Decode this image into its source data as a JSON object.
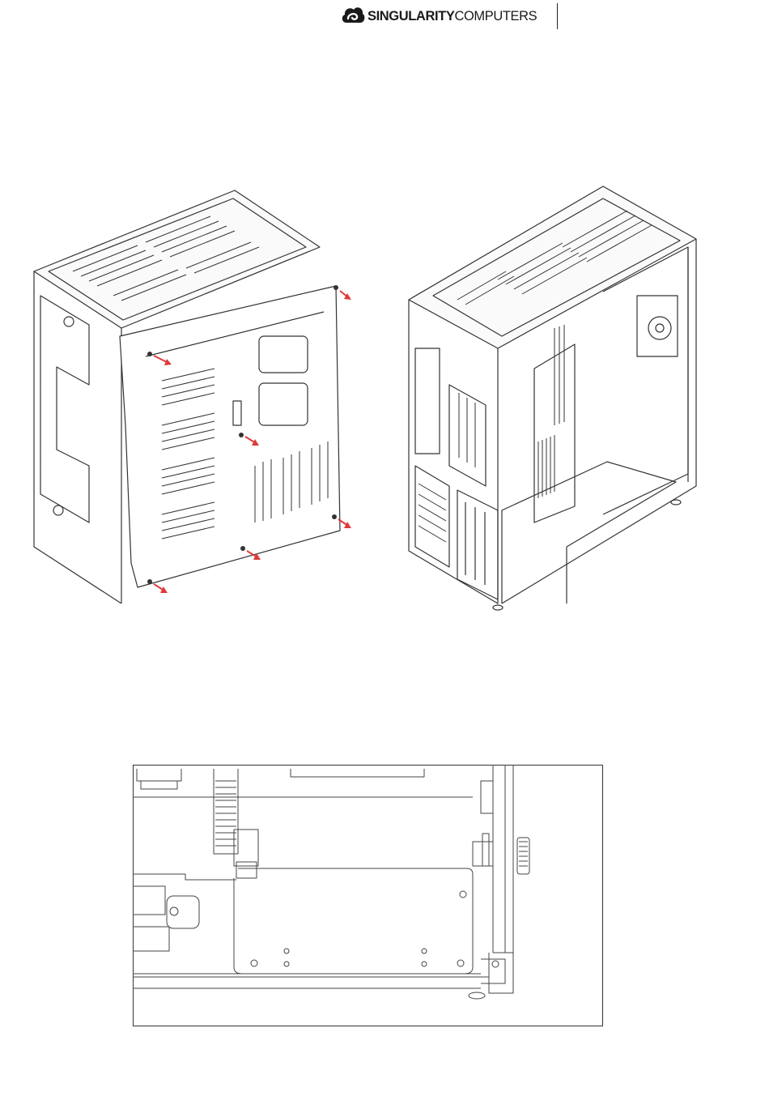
{
  "header": {
    "brand_bold": "SINGULARITY",
    "brand_light": "COMPUTERS",
    "logo_icon": "cloud-swirl-logo"
  },
  "figures": {
    "back_view": {
      "arrow_color": "#e03a3a",
      "arrow_count": 6
    },
    "open_view": {},
    "detail_view": {}
  },
  "colors": {
    "line": "#333333",
    "accent": "#e03a3a"
  }
}
